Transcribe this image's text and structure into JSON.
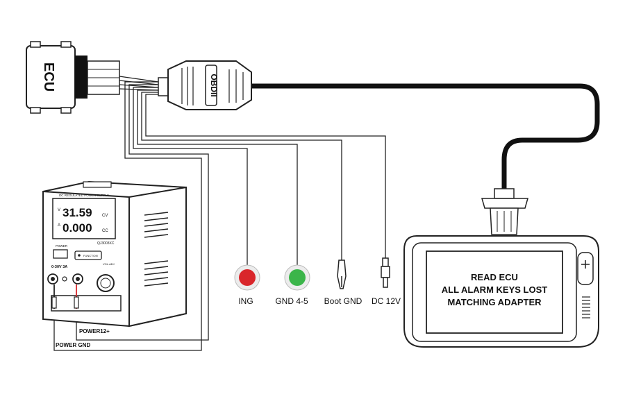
{
  "ecu": {
    "label": "ECU"
  },
  "obd": {
    "label": "OBDII"
  },
  "power_supply": {
    "panel_title": "DC REGULATED POWER SUPPLY",
    "voltage_unit": "V",
    "voltage_value": "31.59",
    "voltage_mode": "CV",
    "current_unit": "A",
    "current_value": "0.000",
    "current_mode": "CC",
    "model": "QJ3003XC",
    "power_label": "POWER",
    "function_label": "FUNCTION",
    "range_label": "0-30V  3A",
    "vol_adj_label": "VOL.ADJ"
  },
  "labels": {
    "ing": "ING",
    "gnd45": "GND 4-5",
    "boot_gnd": "Boot GND",
    "dc12v": "DC 12V",
    "power12": "POWER12+",
    "power_gnd": "POWER GND"
  },
  "indicators": {
    "ing_color": "#d9262b",
    "gnd_color": "#3bb54a"
  },
  "adapter": {
    "line1": "READ ECU",
    "line2": "ALL ALARM KEYS LOST",
    "line3": "MATCHING ADAPTER"
  }
}
